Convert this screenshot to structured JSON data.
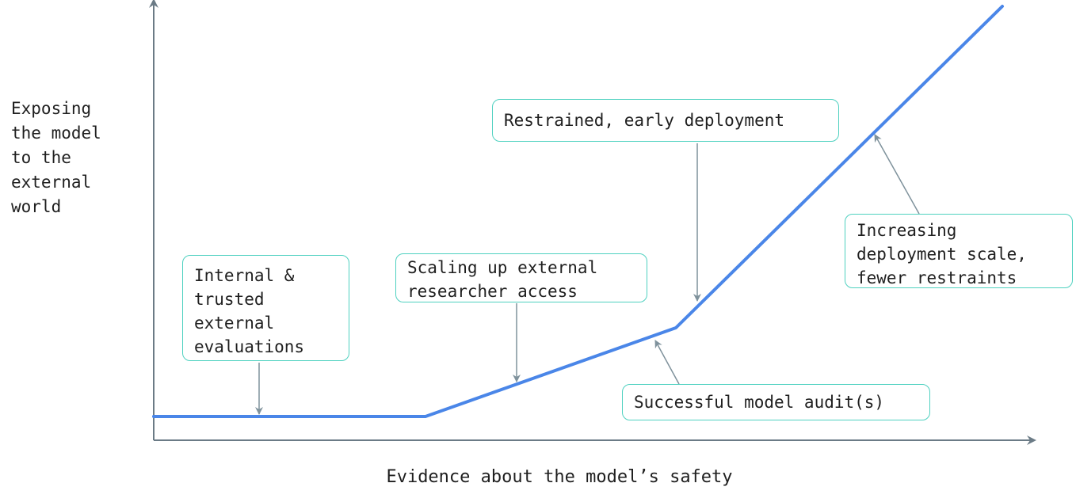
{
  "axes": {
    "y_label_lines": [
      "Exposing",
      "the model",
      "to the",
      "external",
      "world"
    ],
    "x_label": "Evidence about the model’s safety"
  },
  "stages": [
    {
      "lines": [
        "Internal &",
        "trusted",
        "external",
        "evaluations"
      ]
    },
    {
      "lines": [
        "Scaling up external",
        "researcher access"
      ]
    },
    {
      "lines": [
        "Successful model audit(s)"
      ]
    },
    {
      "lines": [
        "Restrained, early deployment"
      ]
    },
    {
      "lines": [
        "Increasing",
        "deployment scale,",
        "fewer restraints"
      ]
    }
  ],
  "colors": {
    "curve": "#4a86e8",
    "axis": "#6b7b86",
    "box_border": "#4fd1c0",
    "pointer": "#7f929c"
  }
}
